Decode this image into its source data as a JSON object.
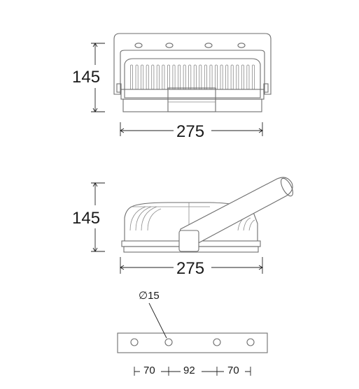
{
  "front_view": {
    "height_label": "145",
    "width_label": "275"
  },
  "side_view": {
    "height_label": "145",
    "width_label": "275"
  },
  "bracket_view": {
    "hole_label": "∅15",
    "spacing_labels": [
      "70",
      "92",
      "70"
    ]
  }
}
